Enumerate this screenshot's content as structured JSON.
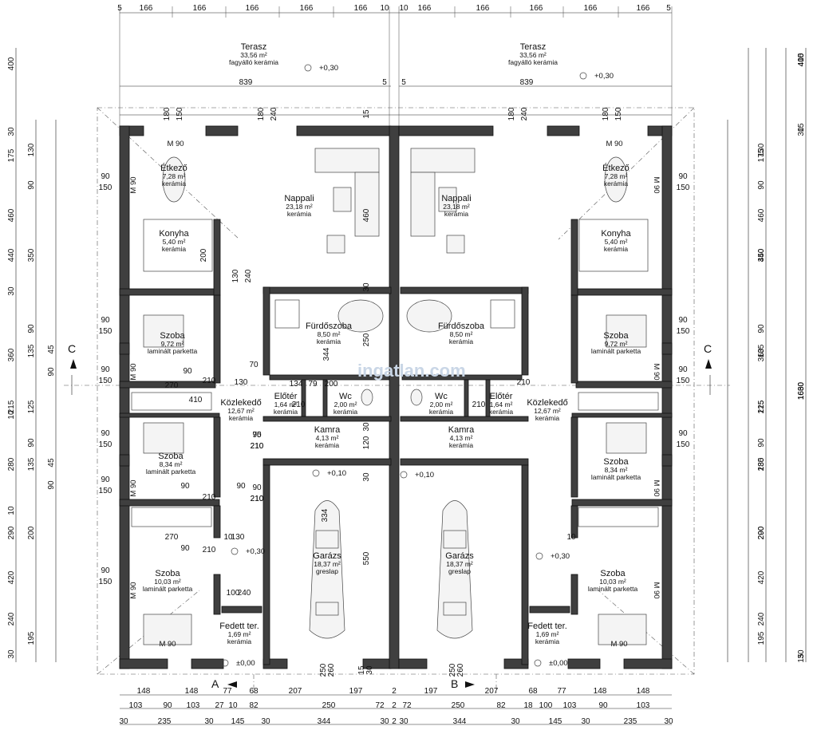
{
  "watermark": "ingatlan.com",
  "section_labels": {
    "c": "C",
    "a": "A",
    "b": "B"
  },
  "rooms": [
    {
      "id": "terasz-l",
      "name": "Terasz",
      "area": "33,56 m²",
      "mat": "fagyálló kerámia"
    },
    {
      "id": "terasz-r",
      "name": "Terasz",
      "area": "33,56 m²",
      "mat": "fagyálló kerámia"
    },
    {
      "id": "etkezo-l",
      "name": "Étkező",
      "area": "7,28 m²",
      "mat": "kerámia"
    },
    {
      "id": "etkezo-r",
      "name": "Étkező",
      "area": "7,28 m²",
      "mat": "kerámia"
    },
    {
      "id": "nappali-l",
      "name": "Nappali",
      "area": "23,18 m²",
      "mat": "kerámia"
    },
    {
      "id": "nappali-r",
      "name": "Nappali",
      "area": "23,18 m²",
      "mat": "kerámia"
    },
    {
      "id": "konyha-l",
      "name": "Konyha",
      "area": "5,40 m²",
      "mat": "kerámia"
    },
    {
      "id": "konyha-r",
      "name": "Konyha",
      "area": "5,40 m²",
      "mat": "kerámia"
    },
    {
      "id": "szoba1-l",
      "name": "Szoba",
      "area": "9,72 m²",
      "mat": "laminált parketta"
    },
    {
      "id": "szoba1-r",
      "name": "Szoba",
      "area": "9,72 m²",
      "mat": "laminált parketta"
    },
    {
      "id": "furdo-l",
      "name": "Fürdőszoba",
      "area": "8,50 m²",
      "mat": "kerámia"
    },
    {
      "id": "furdo-r",
      "name": "Fürdőszoba",
      "area": "8,50 m²",
      "mat": "kerámia"
    },
    {
      "id": "kozl-l",
      "name": "Közlekedő",
      "area": "12,67 m²",
      "mat": "kerámia"
    },
    {
      "id": "kozl-r",
      "name": "Közlekedő",
      "area": "12,67 m²",
      "mat": "kerámia"
    },
    {
      "id": "eloter-l",
      "name": "Előtér",
      "area": "1,64 m²",
      "mat": "kerámia"
    },
    {
      "id": "eloter-r",
      "name": "Előtér",
      "area": "1,64 m²",
      "mat": "kerámia"
    },
    {
      "id": "wc-l",
      "name": "Wc",
      "area": "2,00 m²",
      "mat": "kerámia"
    },
    {
      "id": "wc-r",
      "name": "Wc",
      "area": "2,00 m²",
      "mat": "kerámia"
    },
    {
      "id": "kamra-l",
      "name": "Kamra",
      "area": "4,13 m²",
      "mat": "kerámia"
    },
    {
      "id": "kamra-r",
      "name": "Kamra",
      "area": "4,13 m²",
      "mat": "kerámia"
    },
    {
      "id": "szoba2-l",
      "name": "Szoba",
      "area": "8,34 m²",
      "mat": "laminált parketta"
    },
    {
      "id": "szoba2-r",
      "name": "Szoba",
      "area": "8,34 m²",
      "mat": "laminált parketta"
    },
    {
      "id": "szoba3-l",
      "name": "Szoba",
      "area": "10,03 m²",
      "mat": "laminált parketta"
    },
    {
      "id": "szoba3-r",
      "name": "Szoba",
      "area": "10,03 m²",
      "mat": "laminált parketta"
    },
    {
      "id": "garazs-l",
      "name": "Garázs",
      "area": "18,37 m²",
      "mat": "greslap"
    },
    {
      "id": "garazs-r",
      "name": "Garázs",
      "area": "18,37 m²",
      "mat": "greslap"
    },
    {
      "id": "fedett-l",
      "name": "Fedett ter.",
      "area": "1,69 m²",
      "mat": "kerámia"
    },
    {
      "id": "fedett-r",
      "name": "Fedett ter.",
      "area": "1,69 m²",
      "mat": "kerámia"
    }
  ],
  "levels": [
    "+0,30",
    "+0,30",
    "+0,10",
    "+0,10",
    "+0,30",
    "+0,30",
    "±0,00",
    "±0,00"
  ],
  "door_marks": [
    "M 90",
    "M 90",
    "M 90",
    "M 90",
    "M 90",
    "M 90",
    "M 90",
    "M 90",
    "M 90",
    "M 90",
    "M 90",
    "M 90"
  ],
  "dims_top_row1": [
    "5",
    "166",
    "166",
    "166",
    "166",
    "166",
    "10",
    "10",
    "166",
    "166",
    "166",
    "166",
    "166",
    "5"
  ],
  "dims_top_row2": [
    "839",
    "5",
    "5",
    "839"
  ],
  "dims_top_row3": [
    "180",
    "150",
    "180",
    "240",
    "15",
    "180",
    "240",
    "180",
    "150"
  ],
  "dims_left_outer": [
    "400",
    "30",
    "175",
    "460",
    "440",
    "30",
    "360",
    "10",
    "215",
    "280",
    "10",
    "290",
    "420",
    "240",
    "30"
  ],
  "dims_left_inner": [
    "130",
    "90",
    "350",
    "90",
    "135",
    "125",
    "90",
    "135",
    "200",
    "195"
  ],
  "dims_left_small": [
    "45",
    "90",
    "45",
    "90"
  ],
  "dims_right_outer": [
    "400",
    "415",
    "400",
    "1630",
    "1630",
    "1660",
    "15",
    "30",
    "30",
    "15"
  ],
  "dims_right_inner": [
    "175",
    "460",
    "440",
    "360",
    "215",
    "280",
    "290",
    "420",
    "240",
    "130",
    "90",
    "350",
    "90",
    "135",
    "125",
    "90",
    "135",
    "200",
    "195"
  ],
  "dims_bottom_row1": [
    "148",
    "148",
    "77",
    "68",
    "207",
    "197",
    "2",
    "197",
    "207",
    "68",
    "77",
    "148",
    "148"
  ],
  "dims_bottom_row2": [
    "103",
    "90",
    "103",
    "27",
    "10",
    "82",
    "250",
    "72",
    "2",
    "72",
    "250",
    "82",
    "18",
    "100",
    "103",
    "90",
    "103"
  ],
  "dims_bottom_row3": [
    "30",
    "235",
    "30",
    "145",
    "30",
    "344",
    "30",
    "2",
    "30",
    "344",
    "30",
    "145",
    "30",
    "235",
    "30"
  ],
  "dims_bottom_gate": [
    "250",
    "260",
    "15",
    "30",
    "250",
    "260"
  ],
  "dims_interior": [
    "90",
    "150",
    "90",
    "150",
    "90",
    "150",
    "90",
    "150",
    "90",
    "150",
    "90",
    "150",
    "90",
    "150",
    "90",
    "150",
    "90",
    "150",
    "90",
    "150",
    "270",
    "410",
    "130",
    "134",
    "79",
    "200",
    "90",
    "210",
    "90",
    "210",
    "75",
    "210",
    "90",
    "210",
    "90",
    "210",
    "270",
    "10",
    "130",
    "90",
    "210",
    "30",
    "120",
    "30",
    "334",
    "550",
    "100",
    "240",
    "90",
    "210",
    "200",
    "130",
    "240",
    "30",
    "250",
    "344",
    "460",
    "70",
    "210",
    "210",
    "210",
    "10"
  ]
}
